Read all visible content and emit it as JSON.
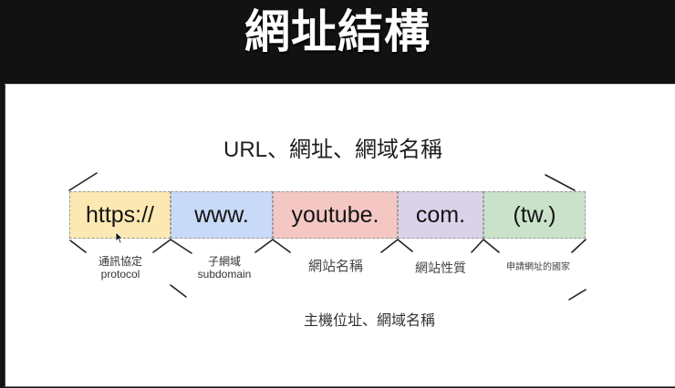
{
  "header": {
    "title": "網址結構"
  },
  "slide": {
    "title": "URL、網址、網域名稱",
    "segments": [
      {
        "text": "https://",
        "color": "#fce8b2",
        "label_zh": "通訊協定",
        "label_en": "protocol"
      },
      {
        "text": "www.",
        "color": "#c9daf8",
        "label_zh": "子網域",
        "label_en": "subdomain"
      },
      {
        "text": "youtube.",
        "color": "#f4c7c3",
        "label_zh": "網站名稱",
        "label_en": ""
      },
      {
        "text": "com.",
        "color": "#d9d2e9",
        "label_zh": "網站性質",
        "label_en": ""
      },
      {
        "text": "(tw.)",
        "color": "#c9e2c9",
        "label_zh": "申請網址的國家",
        "label_en": ""
      }
    ],
    "host_label": "主機位址、網域名稱"
  },
  "colors": {
    "background_dark": "#121212",
    "slide_bg": "#ffffff",
    "text_dark": "#141414",
    "line": "#222222"
  }
}
